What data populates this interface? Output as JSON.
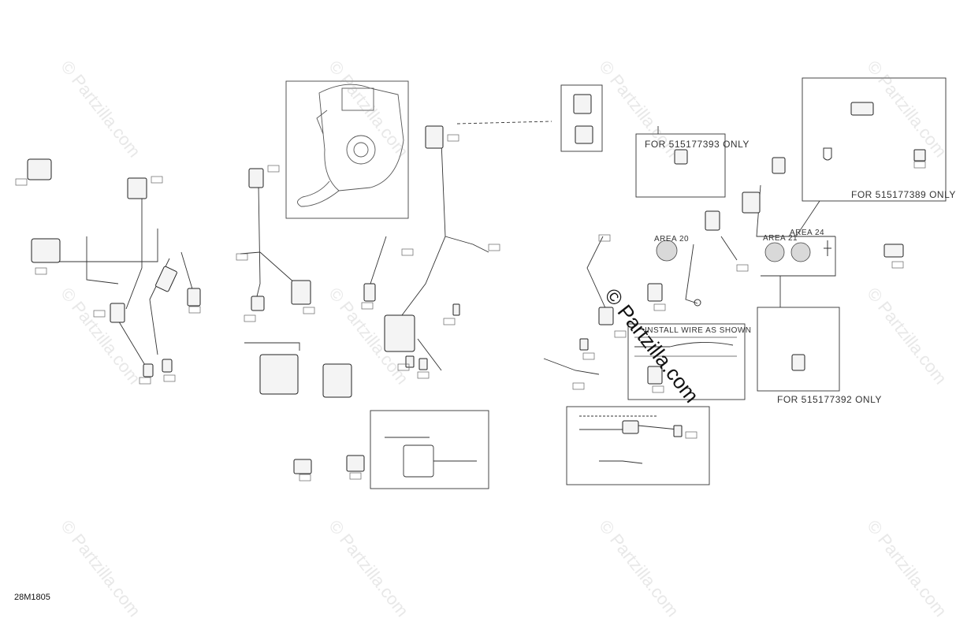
{
  "diagram": {
    "page_code": "28M1805",
    "watermark": "© Partzilla.com",
    "notes": {
      "for_1": "FOR 515177393 ONLY",
      "for_2": "FOR 515177389 ONLY",
      "for_3": "FOR 515177392 ONLY",
      "install_wire": "INSTALL WIRE AS SHOWN"
    },
    "areas": {
      "area_a": "AREA 20",
      "area_b": "AREA 21",
      "area_c": "AREA 24"
    }
  }
}
